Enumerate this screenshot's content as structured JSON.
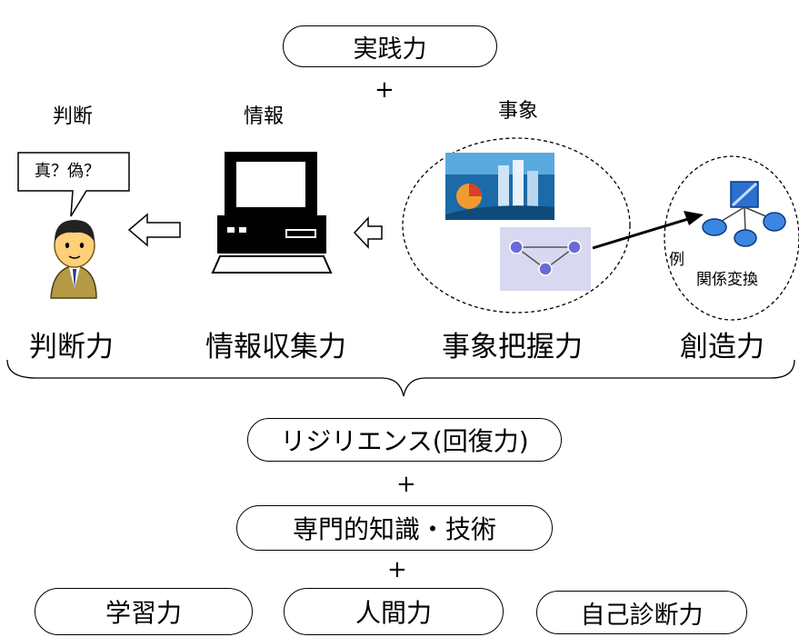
{
  "top": {
    "practice": "実践力",
    "plus": "+"
  },
  "headers": {
    "judgment": "判断",
    "information": "情報",
    "event": "事象"
  },
  "bubble": "真？偽？",
  "example": {
    "label": "例",
    "text": "関係変換"
  },
  "abilities": {
    "judgment": "判断力",
    "information_gathering": "情報収集力",
    "event_grasp": "事象把握力",
    "creativity": "創造力"
  },
  "resilience": "リジリエンス(回復力)",
  "plus2": "+",
  "expertise": "専門的知識・技術",
  "plus3": "+",
  "bottom": {
    "learning": "学習力",
    "humanity": "人間力",
    "self_diagnosis": "自己診断力"
  }
}
